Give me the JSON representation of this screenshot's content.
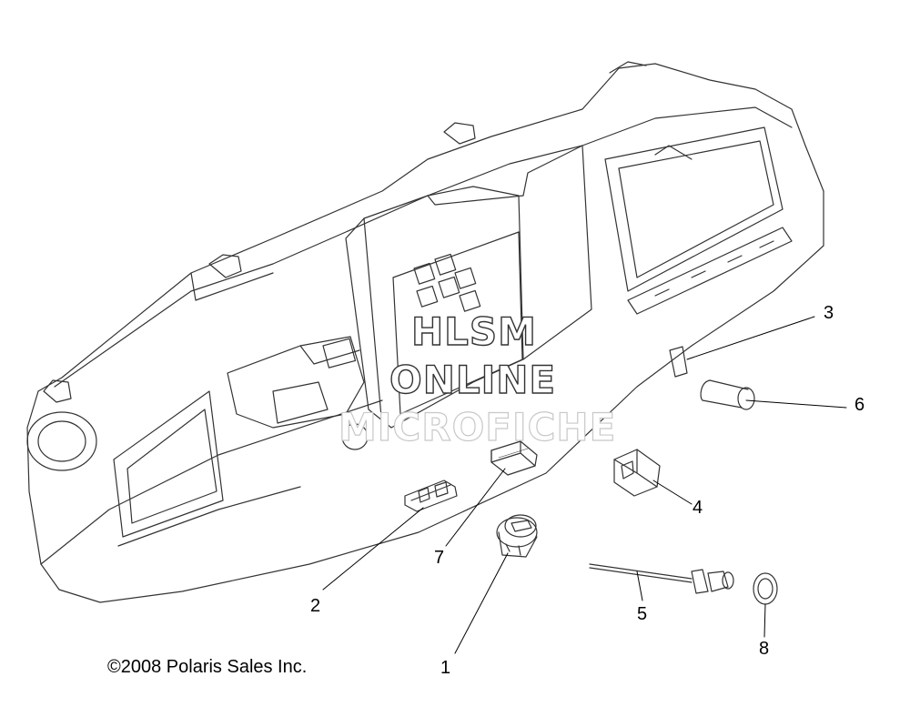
{
  "watermark": {
    "line1": "HLSM",
    "line2": "ONLINE",
    "line3": "MICROFICHE"
  },
  "callouts": {
    "c1": "1",
    "c2": "2",
    "c3": "3",
    "c4": "4",
    "c5": "5",
    "c6": "6",
    "c7": "7",
    "c8": "8"
  },
  "copyright": "©2008 Polaris Sales Inc."
}
